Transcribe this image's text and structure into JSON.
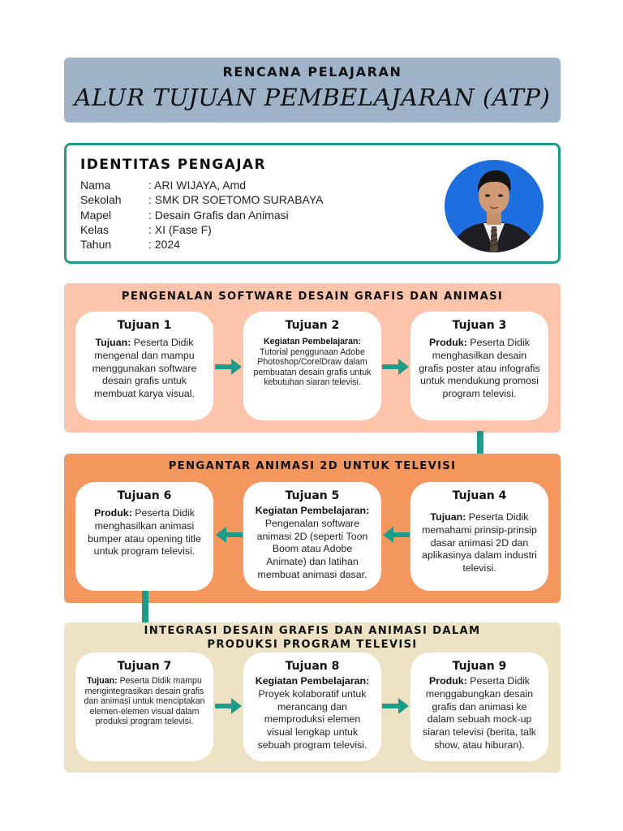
{
  "header": {
    "subtitle": "RENCANA PELAJARAN",
    "title": "ALUR TUJUAN PEMBELAJARAN (ATP)"
  },
  "identity": {
    "title": "IDENTITAS PENGAJAR",
    "rows": [
      {
        "key": "Nama",
        "value": ": ARI WIJAYA, Amd"
      },
      {
        "key": "Sekolah",
        "value": ": SMK DR SOETOMO SURABAYA"
      },
      {
        "key": "Mapel",
        "value": ": Desain Grafis dan Animasi"
      },
      {
        "key": "Kelas",
        "value": ": XI (Fase F)"
      },
      {
        "key": "Tahun",
        "value": ": 2024"
      }
    ]
  },
  "sections": [
    {
      "title": "PENGENALAN SOFTWARE DESAIN GRAFIS DAN ANIMASI",
      "cards": [
        {
          "title": "Tujuan 1",
          "label": "Tujuan:",
          "text": " Peserta Didik mengenal dan mampu menggunakan software desain grafis untuk membuat karya visual."
        },
        {
          "title": "Tujuan 2",
          "label": "Kegiatan Pembelajaran:",
          "text": "Tutorial penggunaan Adobe Photoshop/CorelDraw dalam pembuatan desain grafis untuk kebutuhan siaran televisi."
        },
        {
          "title": "Tujuan 3",
          "label": "Produk:",
          "text": " Peserta Didik menghasilkan desain grafis poster atau infografis untuk mendukung promosi program televisi."
        }
      ]
    },
    {
      "title": "PENGANTAR ANIMASI 2D UNTUK TELEVISI",
      "cards": [
        {
          "title": "Tujuan 6",
          "label": "Produk:",
          "text": " Peserta Didik menghasilkan animasi bumper atau opening title untuk program televisi."
        },
        {
          "title": "Tujuan 5",
          "label": "Kegiatan Pembelajaran:",
          "text": "Pengenalan software animasi 2D (seperti Toon Boom atau Adobe Animate) dan latihan membuat animasi dasar."
        },
        {
          "title": "Tujuan 4",
          "label": "Tujuan:",
          "text": " Peserta Didik memahami prinsip-prinsip dasar animasi 2D dan aplikasinya dalam industri televisi."
        }
      ]
    },
    {
      "title_line1": "INTEGRASI DESAIN GRAFIS DAN ANIMASI DALAM",
      "title_line2": "PRODUKSI PROGRAM TELEVISI",
      "cards": [
        {
          "title": "Tujuan 7",
          "label": "Tujuan:",
          "text": " Peserta Didik mampu mengintegrasikan desain grafis dan animasi untuk menciptakan elemen-elemen visual dalam produksi program televisi."
        },
        {
          "title": "Tujuan 8",
          "label": "Kegiatan Pembelajaran:",
          "text": "Proyek kolaboratif untuk merancang dan memproduksi elemen visual lengkap untuk sebuah program televisi."
        },
        {
          "title": "Tujuan 9",
          "label": "Produk:",
          "text": " Peserta Didik menggabungkan desain grafis dan animasi ke dalam sebuah mock-up siaran televisi (berita, talk show, atau hiburan)."
        }
      ]
    }
  ],
  "colors": {
    "header_bg": "#9fb3c8",
    "accent_teal": "#1e9c8a",
    "section1_bg": "#fbc4ab",
    "section2_bg": "#f4975e",
    "section3_bg": "#ede3c4",
    "avatar_bg": "#1d6fe0"
  },
  "icons": {
    "flow_arrow": "arrow-right-icon",
    "photo": "teacher-photo"
  }
}
